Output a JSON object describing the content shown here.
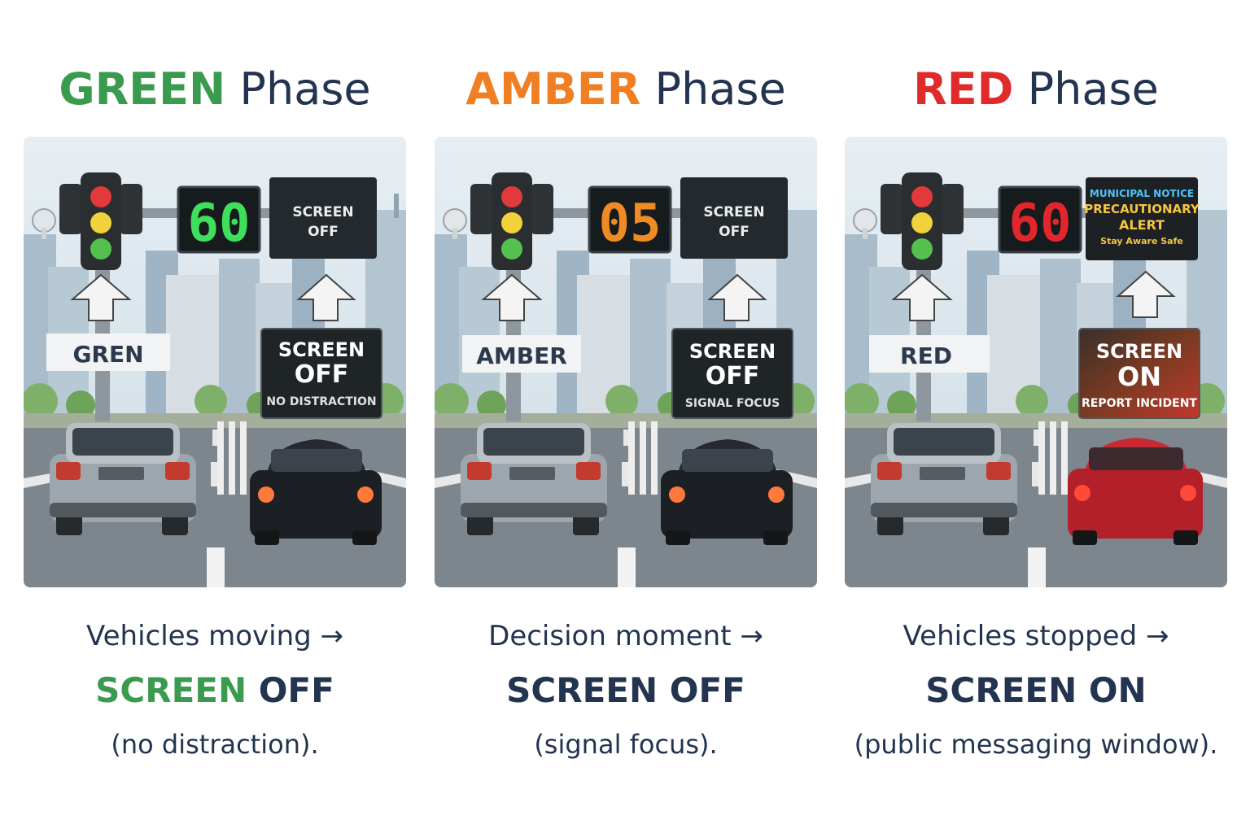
{
  "colors": {
    "green": "#3a9a4d",
    "amber": "#ef7f22",
    "red": "#e02b2b",
    "navy": "#22344f"
  },
  "panels": [
    {
      "id": "green",
      "title_highlight": "GREEN",
      "title_rest": " Phase",
      "timer": "60",
      "top_sign": {
        "line1": "SCREEN",
        "line2": "OFF"
      },
      "lane_label": "GREN",
      "bottom_sign": {
        "line1": "SCREEN",
        "line2": "OFF",
        "line3": "NO DISTRACTION"
      },
      "caption1": "Vehicles moving →",
      "caption2_a": "SCREEN",
      "caption2_b": " OFF",
      "caption3": "(no distraction)."
    },
    {
      "id": "amber",
      "title_highlight": "AMBER",
      "title_rest": " Phase",
      "timer": "05",
      "top_sign": {
        "line1": "SCREEN",
        "line2": "OFF"
      },
      "lane_label": "AMBER",
      "bottom_sign": {
        "line1": "SCREEN",
        "line2": "OFF",
        "line3": "SIGNAL FOCUS"
      },
      "caption1": "Decision moment →",
      "caption2_a": "SCREEN OFF",
      "caption2_b": "",
      "caption3": "(signal focus)."
    },
    {
      "id": "red",
      "title_highlight": "RED",
      "title_rest": " Phase",
      "timer": "60",
      "top_sign": {
        "line1": "MUNICIPAL NOTICE",
        "line2": "PRECAUTIONARY",
        "line3": "ALERT",
        "line4": "Stay Aware Safe"
      },
      "lane_label": "RED",
      "bottom_sign": {
        "line1": "SCREEN",
        "line2": "ON",
        "line3": "REPORT INCIDENT"
      },
      "caption1": "Vehicles stopped →",
      "caption2_a": "SCREEN ON",
      "caption2_b": "",
      "caption3": "(public messaging window)."
    }
  ]
}
